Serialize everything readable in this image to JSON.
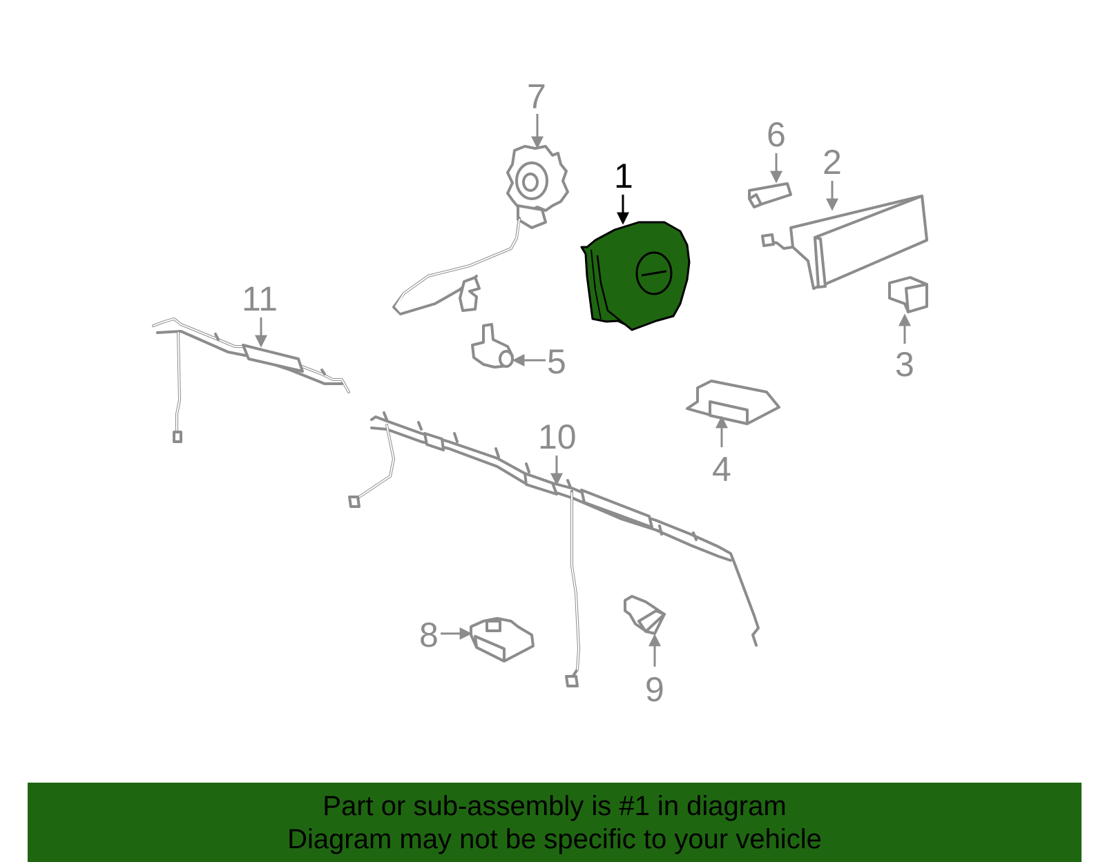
{
  "colors": {
    "highlight_fill": "#1f6611",
    "banner_background": "#1f6611",
    "part_stroke": "#8c8c8c",
    "callout_text": "#8c8c8c",
    "highlight_text": "#000000"
  },
  "callouts": {
    "c1": "1",
    "c2": "2",
    "c3": "3",
    "c4": "4",
    "c5": "5",
    "c6": "6",
    "c7": "7",
    "c8": "8",
    "c9": "9",
    "c10": "10",
    "c11": "11"
  },
  "highlighted_callout": "1",
  "banner": {
    "line1": "Part or sub-assembly is #1 in diagram",
    "line2": "Diagram may not be specific to your vehicle"
  }
}
